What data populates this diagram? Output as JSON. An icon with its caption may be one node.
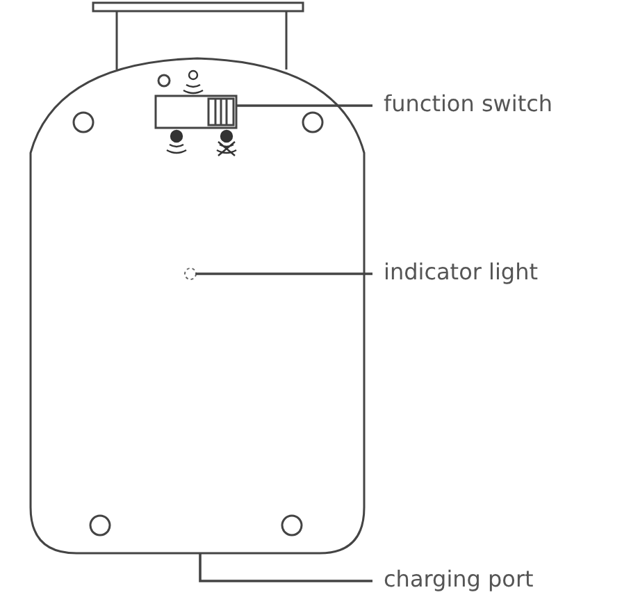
{
  "diagram": {
    "nodes": [
      {
        "text": [
          "function switch"
        ]
      },
      {
        "text": [],
        "shape": "box"
      },
      {
        "text": [
          "indicator light"
        ]
      },
      {
        "text": [],
        "shape": "circle"
      },
      {
        "text": [
          "charging port"
        ]
      }
    ],
    "edges": [
      {
        "from": 0,
        "to": 1,
        "arrow": "none"
      },
      {
        "from": 2,
        "to": 3,
        "arrow": "none"
      },
      {
        "from": 4,
        "to": null,
        "arrow": "none"
      }
    ]
  }
}
